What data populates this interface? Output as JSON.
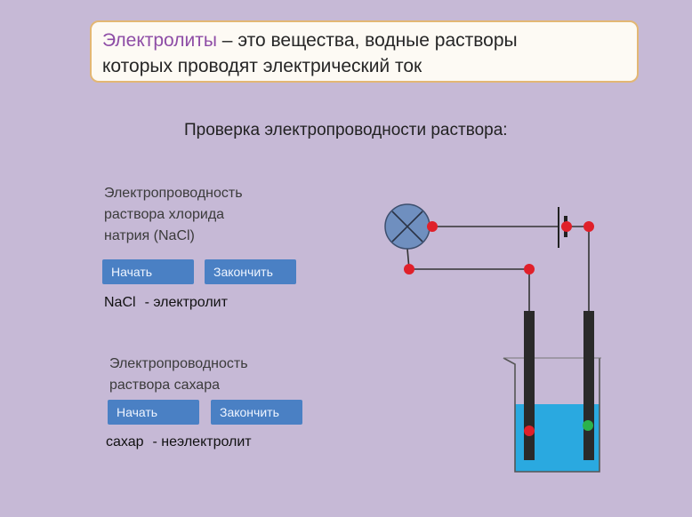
{
  "definition": {
    "term": "Электролиты",
    "rest_line1": " – это вещества, водные растворы",
    "line2": "которых проводят электрический ток"
  },
  "subtitle": "Проверка электропроводности раствора:",
  "experiments": [
    {
      "title_lines": [
        "Электропроводность",
        "раствора хлорида",
        "натрия (NaCl)"
      ],
      "start_label": "Начать",
      "stop_label": "Закончить",
      "substance": "NaCl",
      "verdict": "- электролит"
    },
    {
      "title_lines": [
        "Электропроводность",
        "раствора сахара"
      ],
      "start_label": "Начать",
      "stop_label": "Закончить",
      "substance": "сахар",
      "verdict": "- неэлектролит"
    }
  ],
  "colors": {
    "background": "#c6b9d6",
    "button": "#4a80c4",
    "lamp": "#6f8fbf",
    "contact": "#e0202a",
    "solution": "#2aa9e0",
    "electrode": "#2a2a2a",
    "indicator_green": "#2bb24c"
  }
}
